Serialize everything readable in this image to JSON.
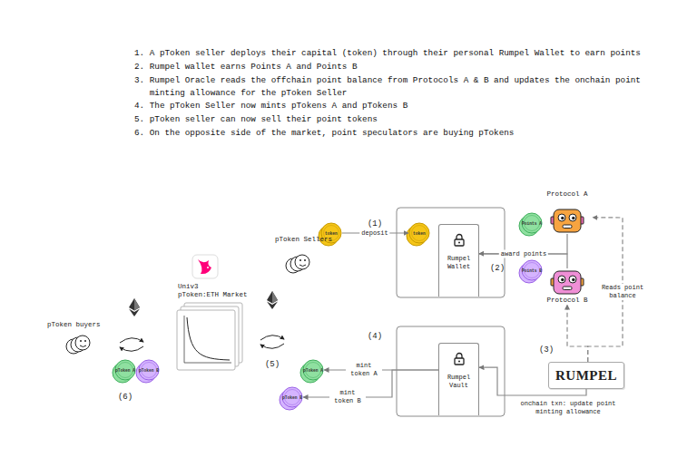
{
  "diagram": {
    "nodes": [
      {
        "text": [
          "token"
        ]
      },
      {
        "text": [
          "Rumpel Wallet"
        ]
      },
      {
        "text": [
          "token"
        ]
      },
      {
        "text": [
          "Protocol A"
        ]
      },
      {
        "text": [
          "Points A"
        ]
      },
      {
        "text": [
          "Protocol B"
        ]
      },
      {
        "text": [
          "Points B"
        ]
      },
      {
        "text": [
          "RUMPEL"
        ]
      },
      {
        "text": [
          "Rumpel Vault"
        ]
      },
      {
        "text": [
          "pToken A"
        ]
      },
      {
        "text": [
          "pToken B"
        ]
      },
      {
        "text": [
          "Univ3",
          "pToken:ETH Market"
        ]
      },
      {
        "text": [
          "pToken A"
        ]
      },
      {
        "text": [
          "pToken B"
        ]
      }
    ],
    "edges": [
      {
        "from": 0,
        "to": 2,
        "label": "deposit",
        "arrow": "to"
      },
      {
        "from": 3,
        "to": 1,
        "label": "award points",
        "arrow": "to"
      },
      {
        "from": 5,
        "to": 1,
        "arrow": "to"
      },
      {
        "from": 7,
        "to": 3,
        "label": "Reads point balance",
        "arrow": "to"
      },
      {
        "from": 7,
        "to": 5,
        "arrow": "to"
      },
      {
        "from": 7,
        "to": 8,
        "label": "onchain txn: update point minting allowance",
        "arrow": "to"
      },
      {
        "from": 8,
        "to": 9,
        "label": "mint token A",
        "arrow": "to"
      },
      {
        "from": 8,
        "to": 10,
        "label": "mint token B",
        "arrow": "to"
      }
    ],
    "labels": [
      "1. A pToken seller deploys their capital (token) through their personal Rumpel Wallet to earn points",
      "2. Rumpel wallet earns Points A and Points B",
      "3. Rumpel Oracle reads the offchain point balance from Protocols A & B and updates the onchain point minting allowance for the pToken Seller",
      "4. The pToken Seller now mints pTokens A and pTokens B",
      "5. pToken seller can now sell their point tokens",
      "6. On the opposite side of the market, point speculators are buying pTokens",
      "(1)",
      "(2)",
      "(3)",
      "(4)",
      "(5)",
      "(6)",
      "pToken Sellers",
      "pToken buyers"
    ]
  }
}
